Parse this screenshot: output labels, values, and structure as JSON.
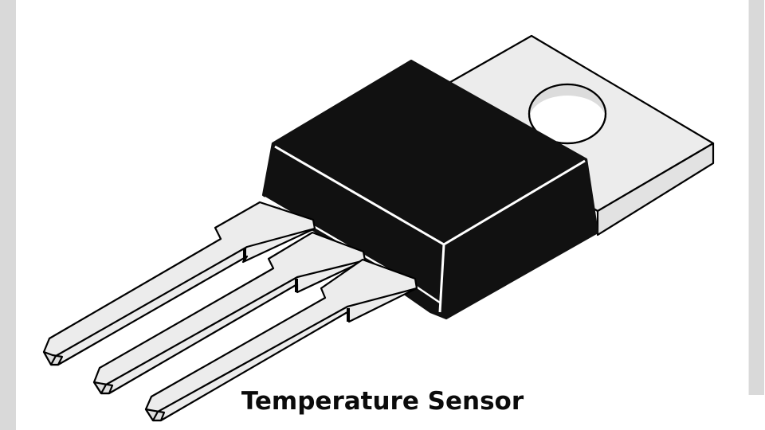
{
  "figure": {
    "subject": "TO-220 package component",
    "caption": "Temperature Sensor",
    "lead_count": 3,
    "colors": {
      "background": "#ffffff",
      "side_bars": "#d9d9d9",
      "body": "#111111",
      "metal": "#ececec",
      "metal_shadow": "#dcdcdc",
      "outline": "#000000",
      "caption_text": "#0b0b0b"
    }
  }
}
